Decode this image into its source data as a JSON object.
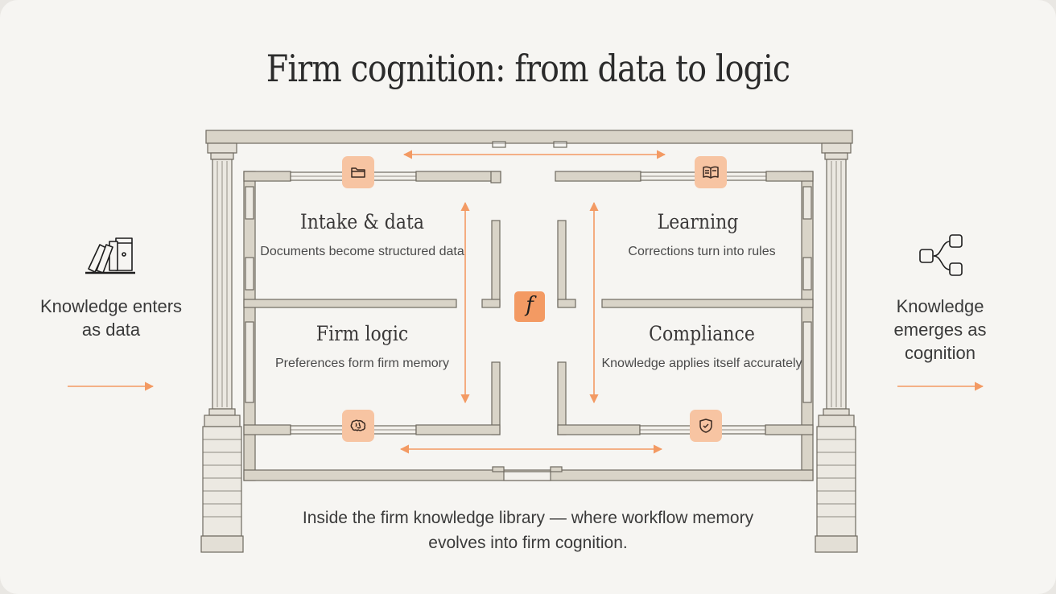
{
  "title": "Firm cognition: from data to logic",
  "left_label": "Knowledge enters as data",
  "right_label": "Knowledge emerges as cognition",
  "rooms": [
    {
      "title": "Intake & data",
      "desc": "Documents become structured data",
      "icon": "folder-icon"
    },
    {
      "title": "Learning",
      "desc": "Corrections turn into rules",
      "icon": "open-book-icon"
    },
    {
      "title": "Firm logic",
      "desc": "Preferences form firm memory",
      "icon": "brain-icon"
    },
    {
      "title": "Compliance",
      "desc": "Knowledge applies itself accurately",
      "icon": "shield-check-icon"
    }
  ],
  "center_glyph": "f",
  "caption": "Inside the firm knowledge library — where workflow memory evolves into firm cognition.",
  "colors": {
    "accent": "#f39a63",
    "tile": "#f7c4a2",
    "wall": "#d9d4c8",
    "background": "#f6f5f2"
  }
}
